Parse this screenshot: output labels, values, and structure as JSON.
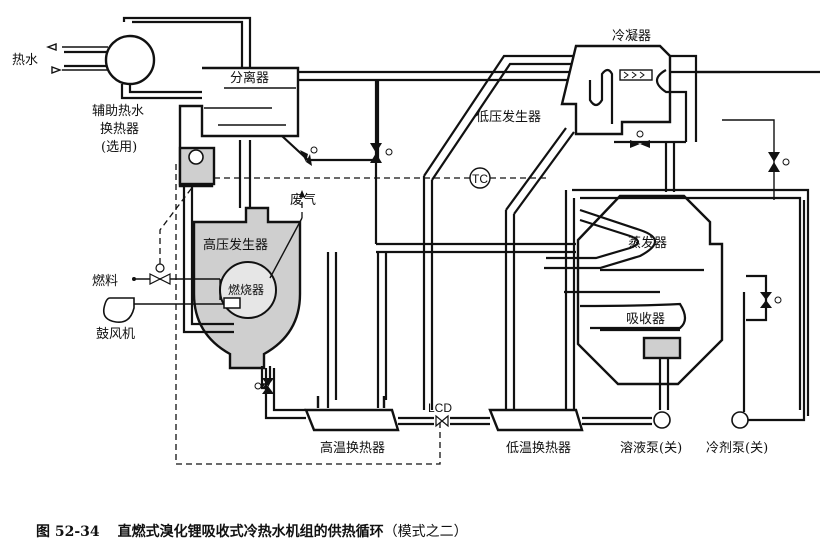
{
  "figure": {
    "number": "图 52-34",
    "title": "直燃式溴化锂吸收式冷热水机组的供热循环",
    "mode_note": "（模式之二）"
  },
  "components": {
    "hot_water": "热水",
    "aux_heat_exchanger": [
      "辅助热水",
      "换热器",
      "(选用)"
    ],
    "separator": "分离器",
    "condenser": "冷凝器",
    "low_pressure_generator": "低压发生器",
    "high_pressure_generator": "高压发生器",
    "exhaust": "废气",
    "fuel": "燃料",
    "burner": "燃烧器",
    "blower": "鼓风机",
    "evaporator": "蒸发器",
    "absorber": "吸收器",
    "high_temp_hx": "高温换热器",
    "low_temp_hx": "低温换热器",
    "solution_pump": "溶液泵(关)",
    "refrigerant_pump": "冷剂泵(关)",
    "temperature_controller": "TC",
    "lcd_valve": "LCD"
  }
}
